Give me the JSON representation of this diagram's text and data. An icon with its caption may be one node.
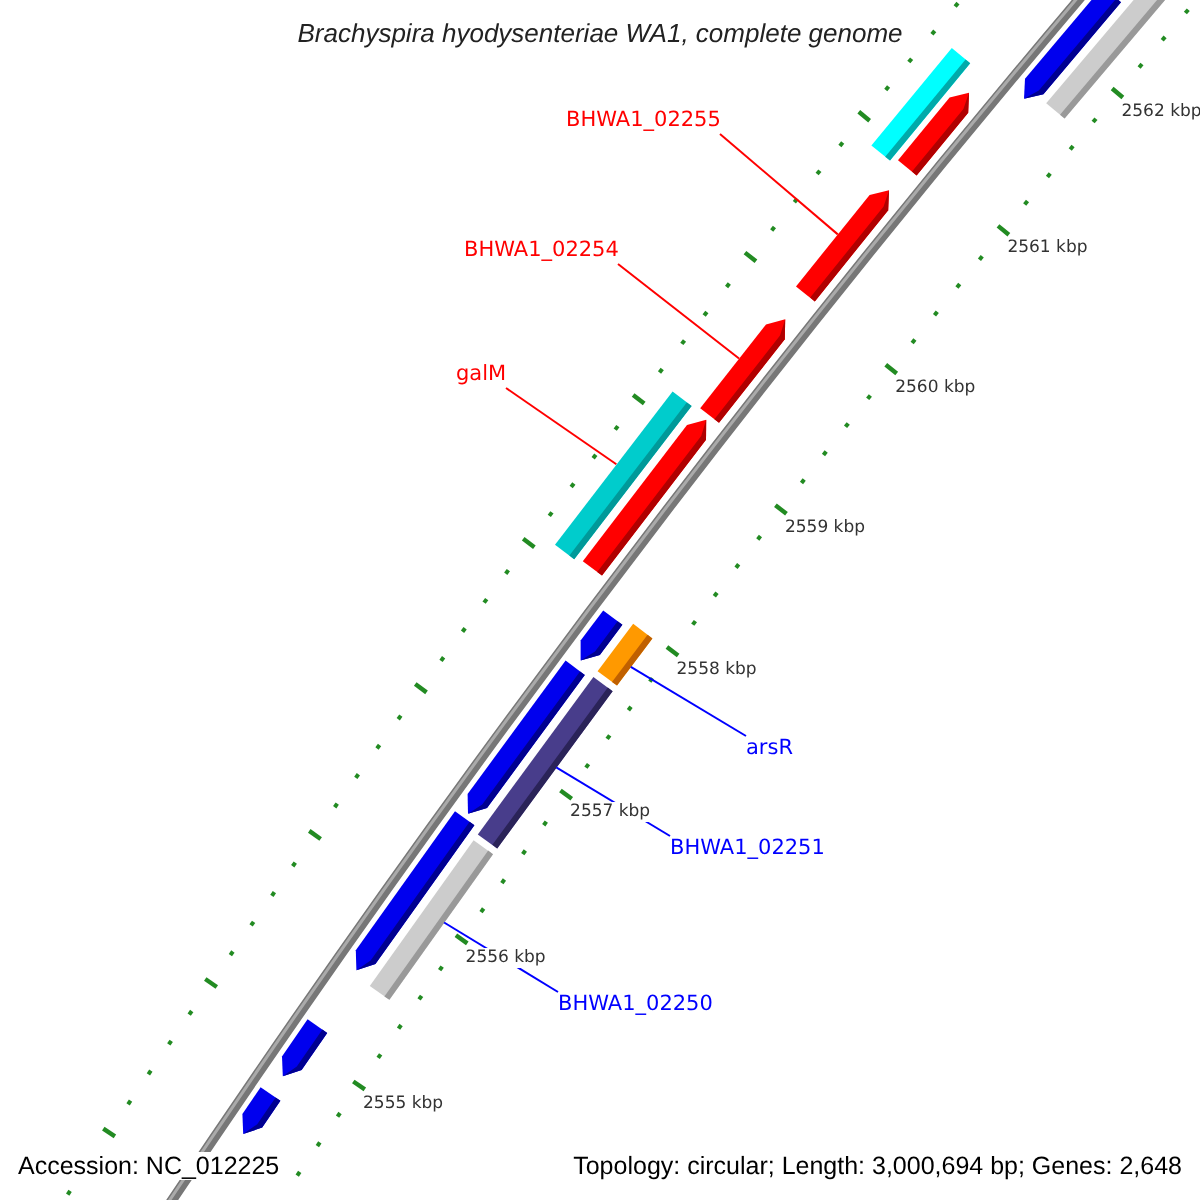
{
  "diagram": {
    "title": "Brachyspira hyodysenteriae WA1, complete genome",
    "nodes": [
      {
        "text": [
          "BHWA1_02255"
        ]
      },
      {
        "text": [
          "BHWA1_02254"
        ]
      },
      {
        "text": [
          "galM"
        ]
      },
      {
        "text": [
          "arsR"
        ]
      },
      {
        "text": [
          "BHWA1_02251"
        ]
      },
      {
        "text": [
          "BHWA1_02250"
        ]
      },
      {
        "text": [],
        "shape": "arrow"
      },
      {
        "text": [],
        "shape": "arrow"
      },
      {
        "text": [],
        "shape": "bar"
      },
      {
        "text": [],
        "shape": "bar"
      },
      {
        "text": [],
        "shape": "bar"
      },
      {
        "text": [],
        "shape": "bar"
      }
    ],
    "edges": [
      {
        "from": 0,
        "to": 6,
        "arrow": "none",
        "color": "#ff0000"
      },
      {
        "from": 1,
        "to": 7,
        "arrow": "none",
        "color": "#ff0000"
      },
      {
        "from": 2,
        "to": 8,
        "arrow": "none",
        "color": "#ff0000"
      },
      {
        "from": 3,
        "to": 9,
        "arrow": "none",
        "color": "#0000ff"
      },
      {
        "from": 4,
        "to": 10,
        "arrow": "none",
        "color": "#0000ff"
      },
      {
        "from": 5,
        "to": 11,
        "arrow": "none",
        "color": "#0000ff"
      }
    ],
    "labels": [
      "2562 kbp",
      "2561 kbp",
      "2560 kbp",
      "2559 kbp",
      "2558 kbp",
      "2557 kbp",
      "2556 kbp",
      "2555 kbp",
      "Accession: NC_012225",
      "Topology: circular; Length: 3,000,694 bp; Genes: 2,648"
    ]
  }
}
